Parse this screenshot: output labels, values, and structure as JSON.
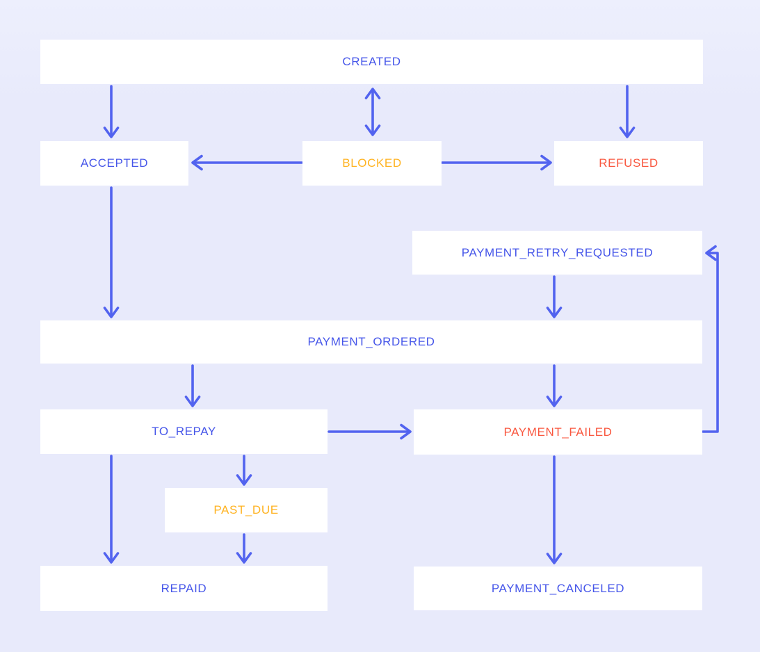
{
  "colors": {
    "background-top": "#edeffd",
    "background": "#e8eafb",
    "node-bg": "#ffffff",
    "arrow": "#5263ef",
    "text-blue": "#4656e9",
    "text-amber": "#ffb321",
    "text-red": "#f9573f"
  },
  "nodes": {
    "created": {
      "label": "CREATED",
      "status_color": "#4656e9"
    },
    "accepted": {
      "label": "ACCEPTED",
      "status_color": "#4656e9"
    },
    "blocked": {
      "label": "BLOCKED",
      "status_color": "#ffb321"
    },
    "refused": {
      "label": "REFUSED",
      "status_color": "#f9573f"
    },
    "retry": {
      "label": "PAYMENT_RETRY_REQUESTED",
      "status_color": "#4656e9"
    },
    "ordered": {
      "label": "PAYMENT_ORDERED",
      "status_color": "#4656e9"
    },
    "torepay": {
      "label": "TO_REPAY",
      "status_color": "#4656e9"
    },
    "failed": {
      "label": "PAYMENT_FAILED",
      "status_color": "#f9573f"
    },
    "pastdue": {
      "label": "PAST_DUE",
      "status_color": "#ffb321"
    },
    "repaid": {
      "label": "REPAID",
      "status_color": "#4656e9"
    },
    "canceled": {
      "label": "PAYMENT_CANCELED",
      "status_color": "#4656e9"
    }
  },
  "edges": [
    {
      "from": "CREATED",
      "to": "ACCEPTED",
      "direction": "down"
    },
    {
      "from": "CREATED",
      "to": "BLOCKED",
      "direction": "bidirectional"
    },
    {
      "from": "CREATED",
      "to": "REFUSED",
      "direction": "down"
    },
    {
      "from": "BLOCKED",
      "to": "ACCEPTED",
      "direction": "left"
    },
    {
      "from": "BLOCKED",
      "to": "REFUSED",
      "direction": "right"
    },
    {
      "from": "ACCEPTED",
      "to": "PAYMENT_ORDERED",
      "direction": "down"
    },
    {
      "from": "PAYMENT_RETRY_REQUESTED",
      "to": "PAYMENT_ORDERED",
      "direction": "down"
    },
    {
      "from": "PAYMENT_ORDERED",
      "to": "TO_REPAY",
      "direction": "down"
    },
    {
      "from": "PAYMENT_ORDERED",
      "to": "PAYMENT_FAILED",
      "direction": "down"
    },
    {
      "from": "TO_REPAY",
      "to": "PAYMENT_FAILED",
      "direction": "right"
    },
    {
      "from": "TO_REPAY",
      "to": "PAST_DUE",
      "direction": "down"
    },
    {
      "from": "TO_REPAY",
      "to": "REPAID",
      "direction": "down"
    },
    {
      "from": "PAST_DUE",
      "to": "REPAID",
      "direction": "down"
    },
    {
      "from": "PAYMENT_FAILED",
      "to": "PAYMENT_CANCELED",
      "direction": "down"
    },
    {
      "from": "PAYMENT_FAILED",
      "to": "PAYMENT_RETRY_REQUESTED",
      "direction": "loop-right-up"
    }
  ]
}
